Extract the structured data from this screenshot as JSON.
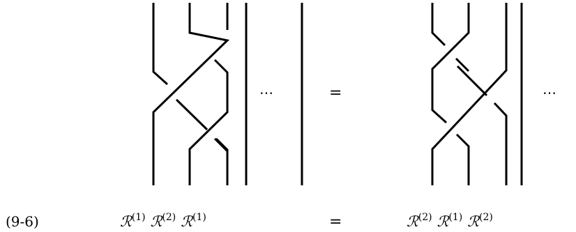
{
  "equation_label": "(9-6)",
  "left_side": {
    "ellipsis": "⋯",
    "formula": [
      {
        "base": "ℛ",
        "sup": "(1)"
      },
      {
        "base": "ℛ",
        "sup": "(2)"
      },
      {
        "base": "ℛ",
        "sup": "(1)"
      }
    ]
  },
  "right_side": {
    "ellipsis": "⋯",
    "formula": [
      {
        "base": "ℛ",
        "sup": "(2)"
      },
      {
        "base": "ℛ",
        "sup": "(1)"
      },
      {
        "base": "ℛ",
        "sup": "(2)"
      }
    ]
  },
  "equals_sign": "="
}
